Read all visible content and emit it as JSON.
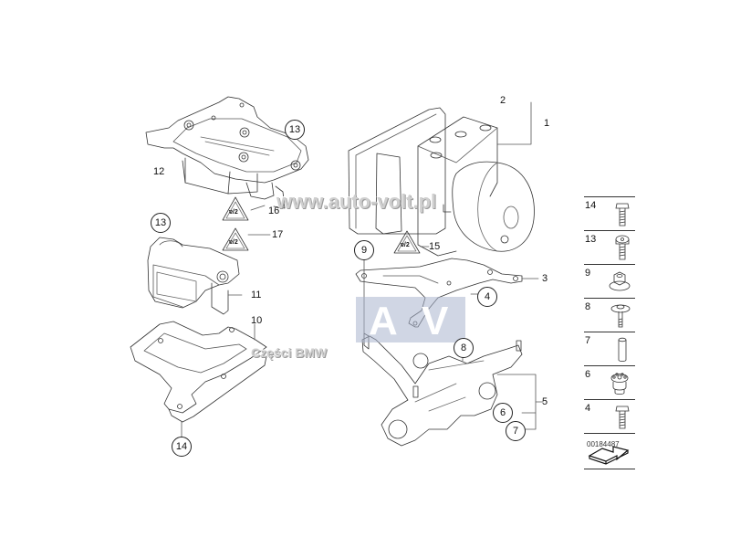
{
  "diagram": {
    "type": "exploded-parts-diagram",
    "subject": "ABS hydraulic unit, control module and brackets",
    "callouts": {
      "n1": "1",
      "n2": "2",
      "n3": "3",
      "n4": "4",
      "n5": "5",
      "n6": "6",
      "n7": "7",
      "n8": "8",
      "n9": "9",
      "n10": "10",
      "n11": "11",
      "n12": "12",
      "n13a": "13",
      "n13b": "13",
      "n14": "14",
      "n15": "15",
      "n16": "16",
      "n17": "17"
    },
    "warning_labels": [
      {
        "id": "16",
        "text": "ɐ/2"
      },
      {
        "id": "17",
        "text": "ɐ/2"
      },
      {
        "id": "15",
        "text": "ɐ/2"
      }
    ]
  },
  "legend": {
    "items": [
      {
        "number": "14",
        "icon": "hex-bolt-icon"
      },
      {
        "number": "13",
        "icon": "socket-cap-screw-icon"
      },
      {
        "number": "9",
        "icon": "flange-nut-icon"
      },
      {
        "number": "8",
        "icon": "washer-screw-icon"
      },
      {
        "number": "7",
        "icon": "sleeve-icon"
      },
      {
        "number": "6",
        "icon": "rubber-grommet-icon"
      },
      {
        "number": "4",
        "icon": "hex-bolt-icon"
      }
    ],
    "arrow_icon": "direction-arrow-icon",
    "drawing_code": "00184487"
  },
  "watermarks": {
    "site": "www.auto-volt.pl",
    "logo_letters": [
      "A",
      "V"
    ],
    "caption": "Części BMW"
  }
}
